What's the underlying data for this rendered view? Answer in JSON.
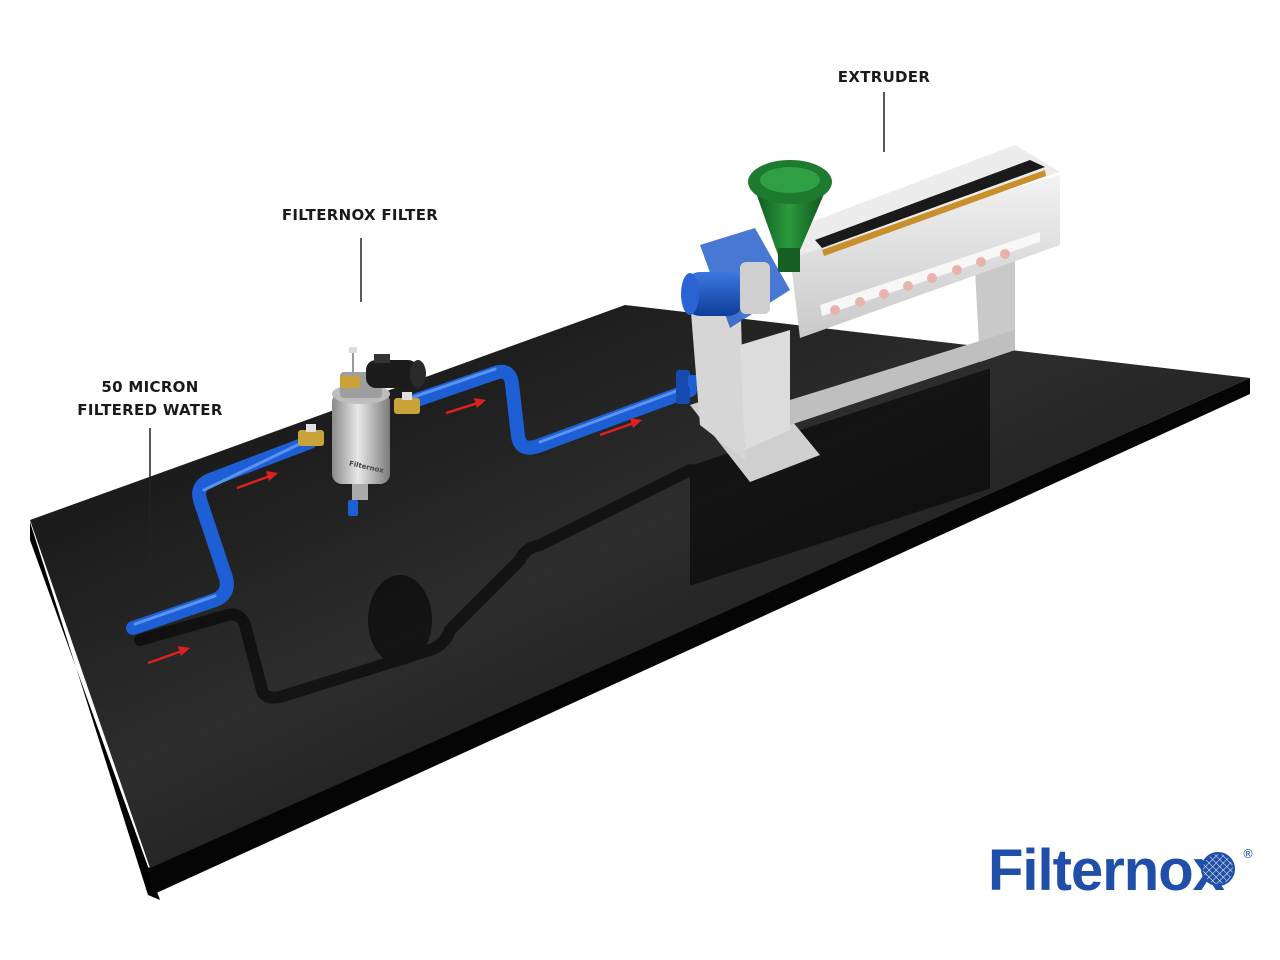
{
  "labels": {
    "extruder": "EXTRUDER",
    "filter": "FILTERNOX FILTER",
    "water_line1": "50 MICRON",
    "water_line2": "FILTERED WATER"
  },
  "logo": {
    "brand": "Filternox",
    "registered": "®"
  },
  "colors": {
    "platform_top": "#1b1b1b",
    "platform_side": "#050505",
    "pipe": "#1e5fd6",
    "pipe_highlight": "#5a93f0",
    "flow_arrow": "#e02020",
    "hopper": "#1e7a2e",
    "motor": "#1a56c8",
    "machine_body": "#e3e3e3",
    "logo_blue": "#1f4fa8",
    "logo_green": "#2fb84a"
  },
  "icons": [
    "flow-arrow-icon",
    "valve-icon",
    "mesh-ball-icon"
  ]
}
